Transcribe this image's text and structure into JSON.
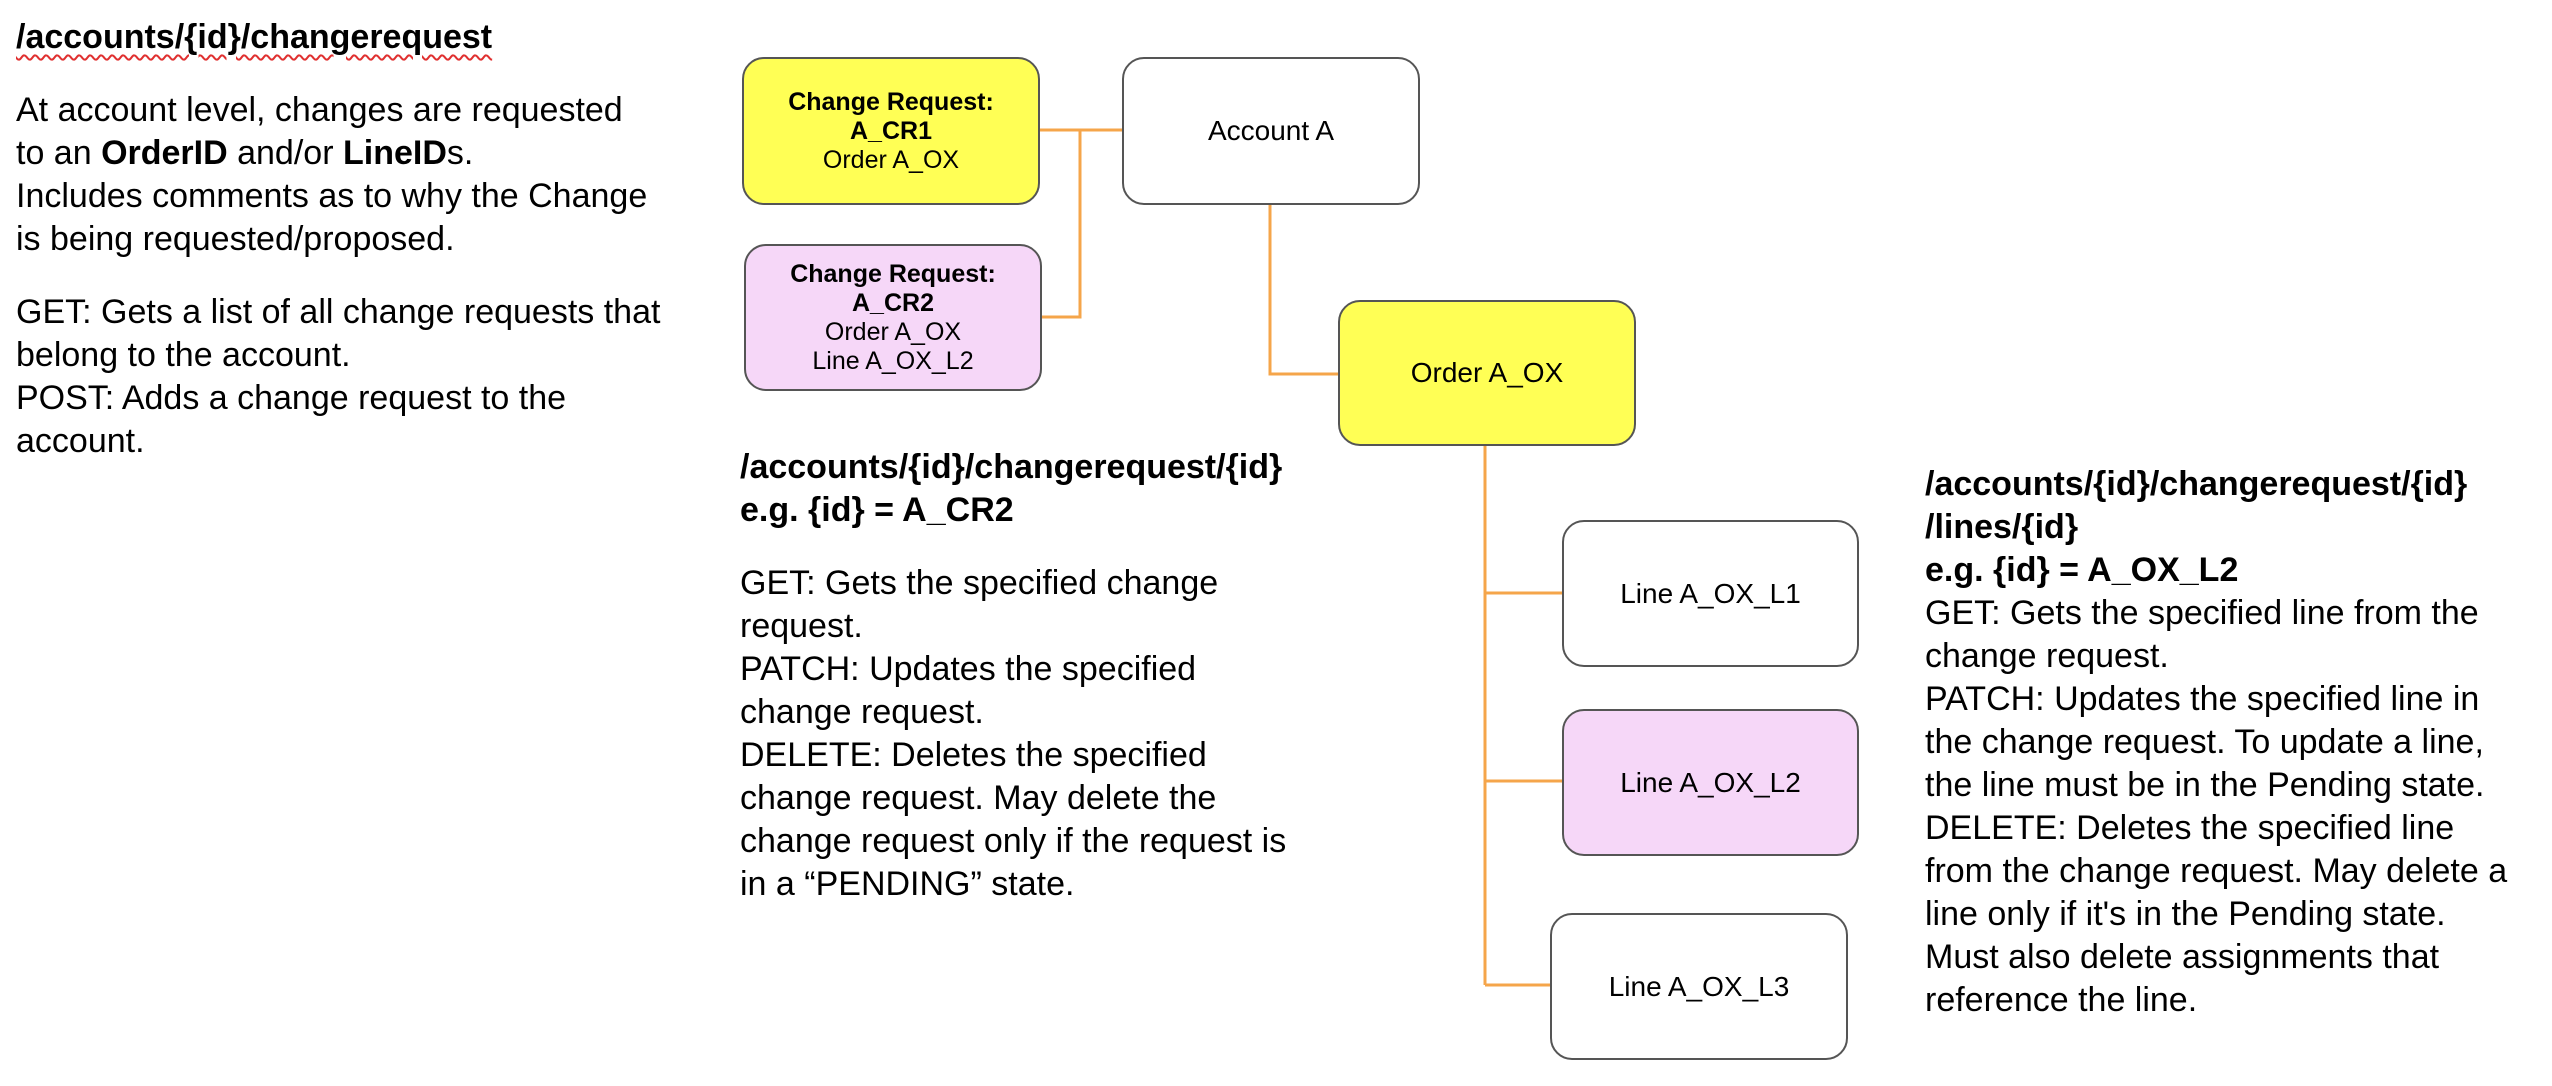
{
  "left_panel": {
    "endpoint": "/accounts/{id}/changerequest",
    "desc_lines": [
      [
        "At account level, changes are requested"
      ],
      [
        "to an ",
        "OrderID",
        " and/or ",
        "LineID",
        "s."
      ],
      [
        "Includes comments as to why the Change"
      ],
      [
        "is being requested/proposed."
      ]
    ],
    "get_line1": "GET: Gets a list of all change requests that",
    "get_line2": "belong to the account.",
    "post_line1": "POST: Adds a change request to the",
    "post_line2": "account."
  },
  "middle_panel": {
    "endpoint": "/accounts/{id}/changerequest/{id}",
    "example": "e.g. {id} = A_CR2",
    "lines": [
      "GET: Gets the specified change",
      "request.",
      "PATCH: Updates the specified",
      "change request.",
      "DELETE: Deletes the specified",
      "change request. May delete the",
      "change request only if the request is",
      "in a “PENDING” state."
    ]
  },
  "right_panel": {
    "endpoint_line1": "/accounts/{id}/changerequest/{id}",
    "endpoint_line2": "/lines/{id}",
    "example": "e.g. {id} = A_OX_L2",
    "lines": [
      "GET: Gets the specified line from the",
      "change request.",
      "PATCH: Updates the specified line in",
      "the change request. To update a line,",
      "the line must be in the Pending state.",
      "DELETE: Deletes the specified line",
      "from the change request. May delete a",
      "line only if it's in the Pending state.",
      "Must also delete assignments that",
      "reference the line."
    ]
  },
  "diagram": {
    "connector_color": "#f5a54a",
    "colors": {
      "yellow": "#ffff55",
      "pink": "#f6d7f8"
    },
    "cr1": {
      "title_line1": "Change Request:",
      "title_line2": "A_CR1",
      "line3": "Order A_OX"
    },
    "cr2": {
      "title_line1": "Change Request:",
      "title_line2": "A_CR2",
      "line3": "Order A_OX",
      "line4": "Line A_OX_L2"
    },
    "account": "Account A",
    "order": "Order A_OX",
    "line1": "Line A_OX_L1",
    "line2": "Line A_OX_L2",
    "line3": "Line A_OX_L3"
  }
}
